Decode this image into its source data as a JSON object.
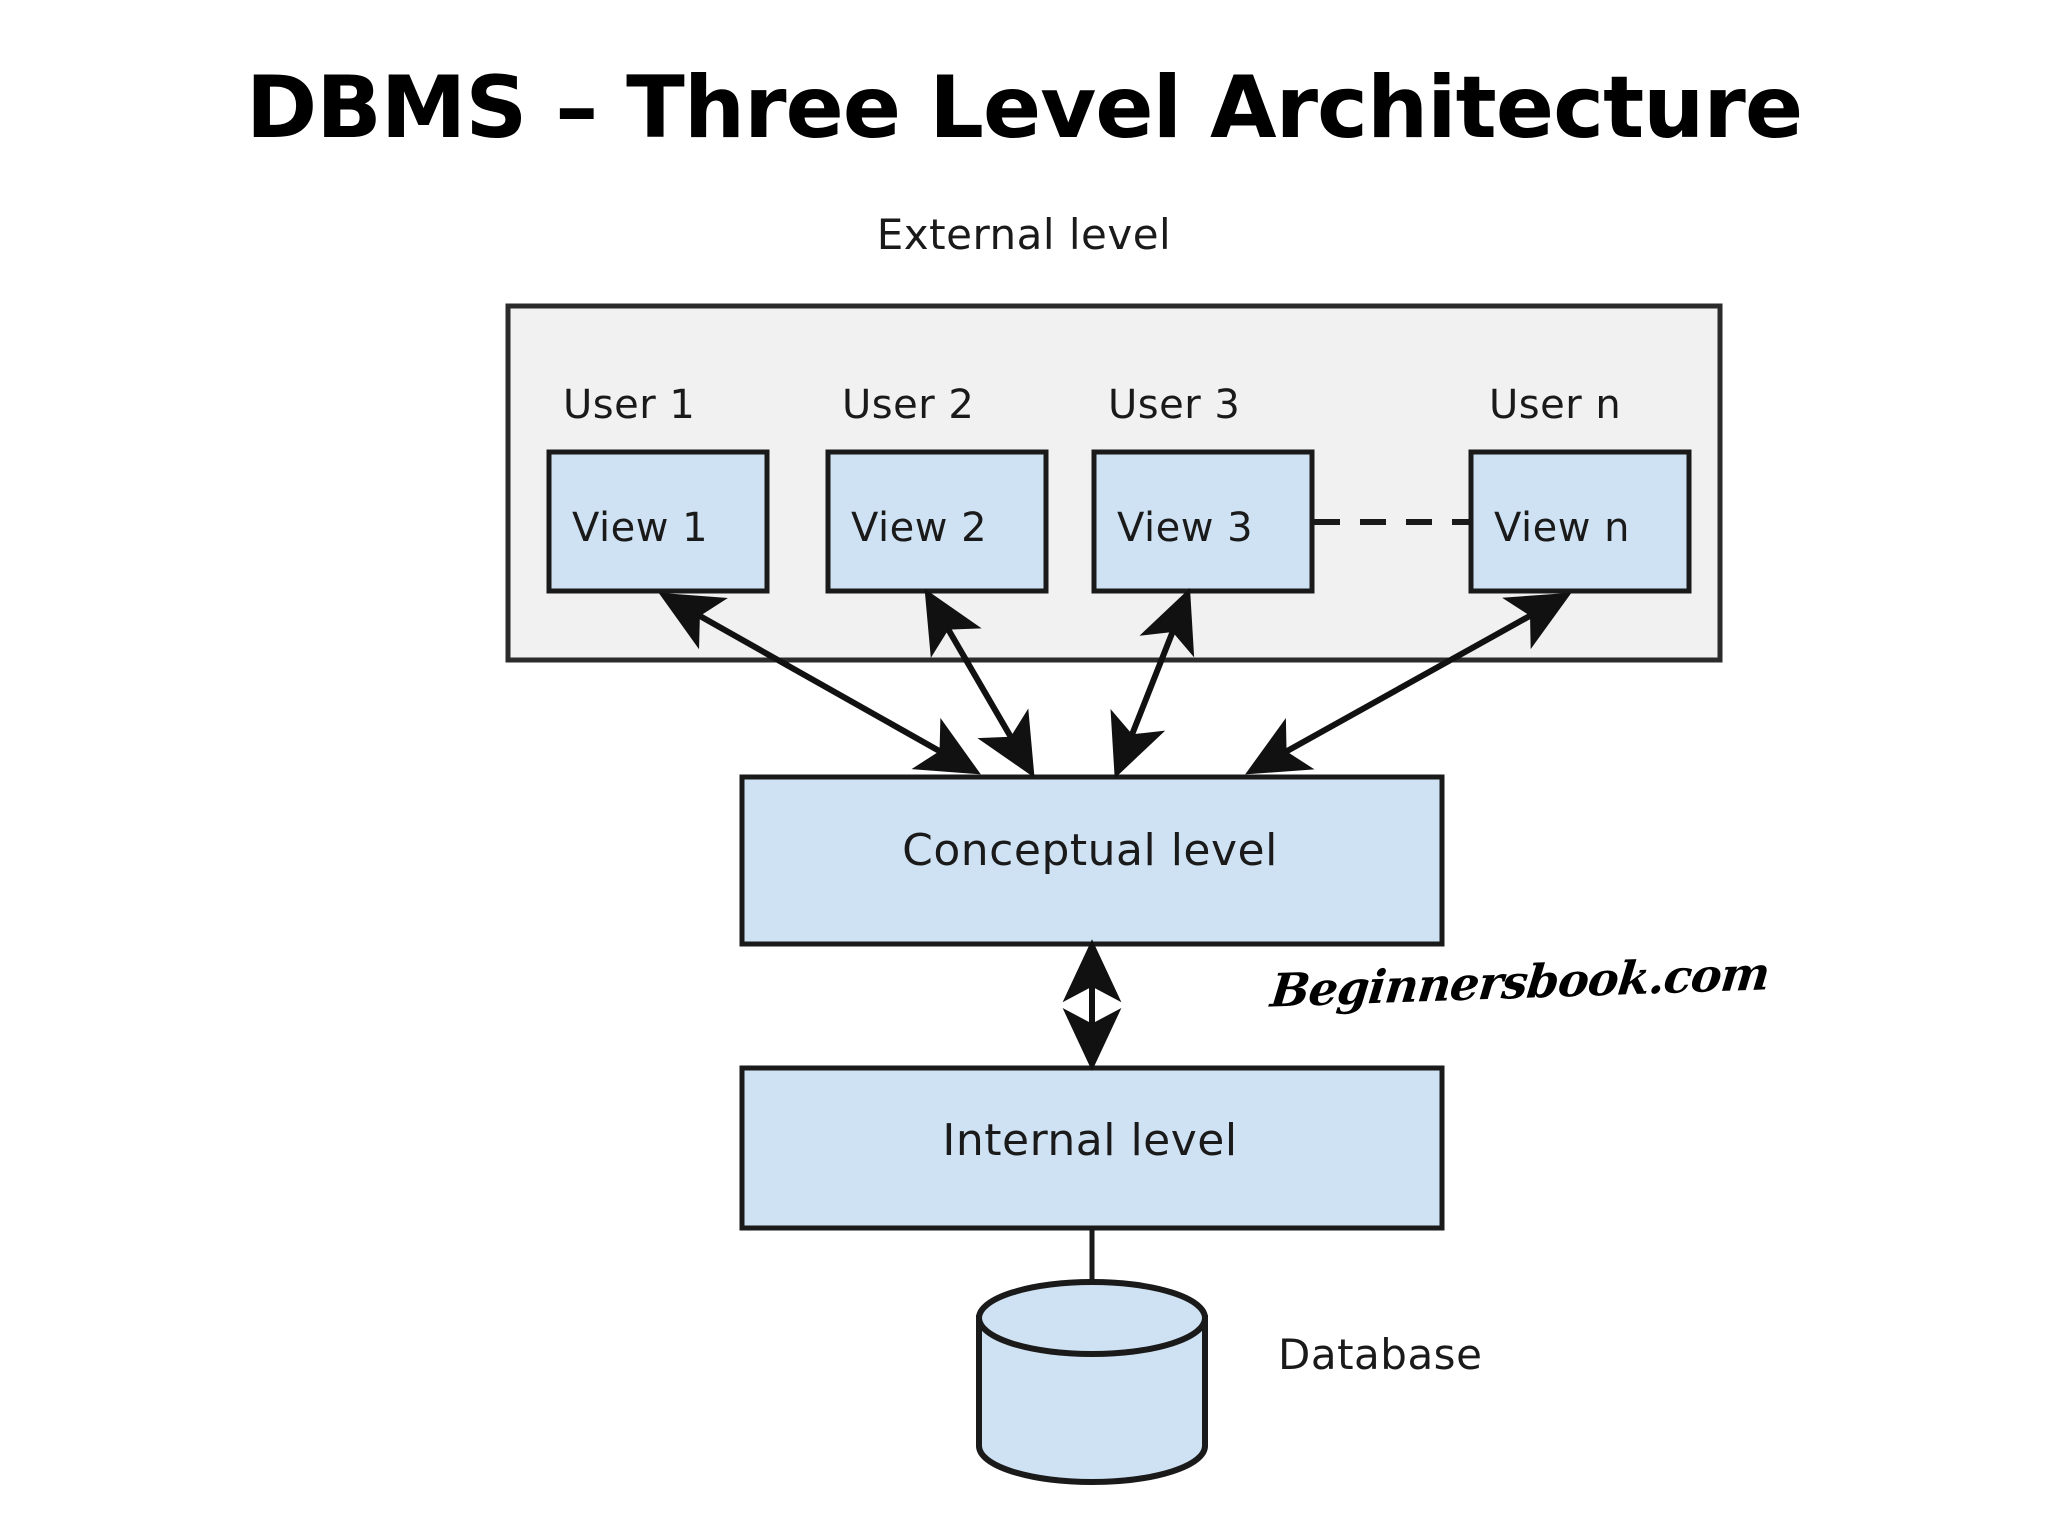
{
  "page": {
    "title": "DBMS – Three Level Architecture",
    "background": "#ffffff"
  },
  "colors": {
    "box_fill": "#cfe2f3",
    "container_fill": "#f1f1f1",
    "stroke": "#1a1a1a",
    "text": "#1a1a1a"
  },
  "diagram": {
    "type": "three-level-architecture",
    "external": {
      "caption": "External level",
      "users": [
        {
          "user_label": "User 1",
          "view_label": "View 1"
        },
        {
          "user_label": "User 2",
          "view_label": "View 2"
        },
        {
          "user_label": "User 3",
          "view_label": "View 3"
        },
        {
          "user_label": "User n",
          "view_label": "View n"
        }
      ],
      "ellipsis_connector": "dashed-line"
    },
    "conceptual": {
      "label": "Conceptual level"
    },
    "internal": {
      "label": "Internal level"
    },
    "database": {
      "label": "Database",
      "shape": "cylinder"
    },
    "connectors": {
      "views_to_conceptual": "double-headed-arrows",
      "conceptual_to_internal": "double-headed-arrow",
      "internal_to_database": "plain-line"
    }
  },
  "watermark": {
    "text": "Beginnersbook.com"
  }
}
